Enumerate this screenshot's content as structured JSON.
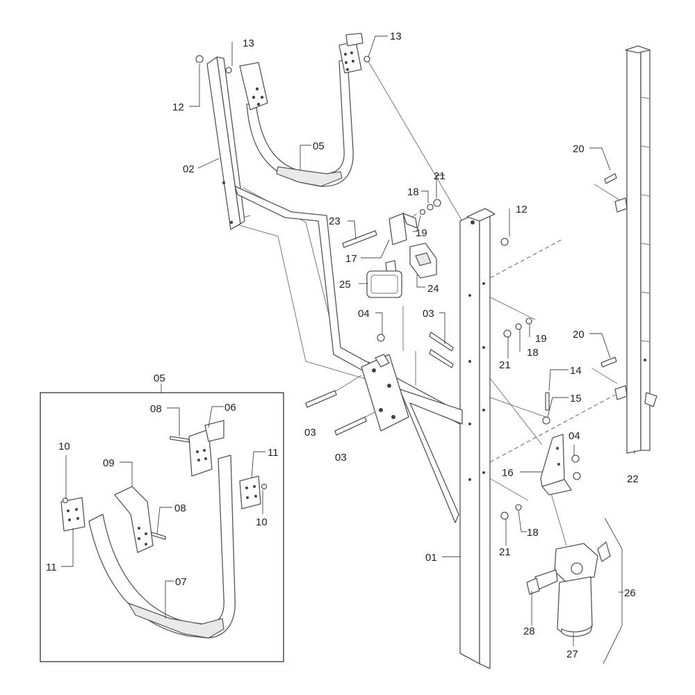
{
  "labels": {
    "l01": "01",
    "l02": "02",
    "l03a": "03",
    "l03b": "03",
    "l03c": "03",
    "l04a": "04",
    "l04b": "04",
    "l05a": "05",
    "l05b": "05",
    "l06": "06",
    "l07": "07",
    "l08a": "08",
    "l08b": "08",
    "l09": "09",
    "l10a": "10",
    "l10b": "10",
    "l11a": "11",
    "l11b": "11",
    "l12a": "12",
    "l12b": "12",
    "l13a": "13",
    "l13b": "13",
    "l14": "14",
    "l15": "15",
    "l16": "16",
    "l17": "17",
    "l18a": "18",
    "l18b": "18",
    "l18c": "18",
    "l19a": "19",
    "l19b": "19",
    "l20a": "20",
    "l20b": "20",
    "l21a": "21",
    "l21b": "21",
    "l21c": "21",
    "l22": "22",
    "l23": "23",
    "l24": "24",
    "l25": "25",
    "l26": "26",
    "l27": "27",
    "l28": "28"
  },
  "colors": {
    "line": "#555555",
    "text": "#222222",
    "background": "#ffffff"
  }
}
